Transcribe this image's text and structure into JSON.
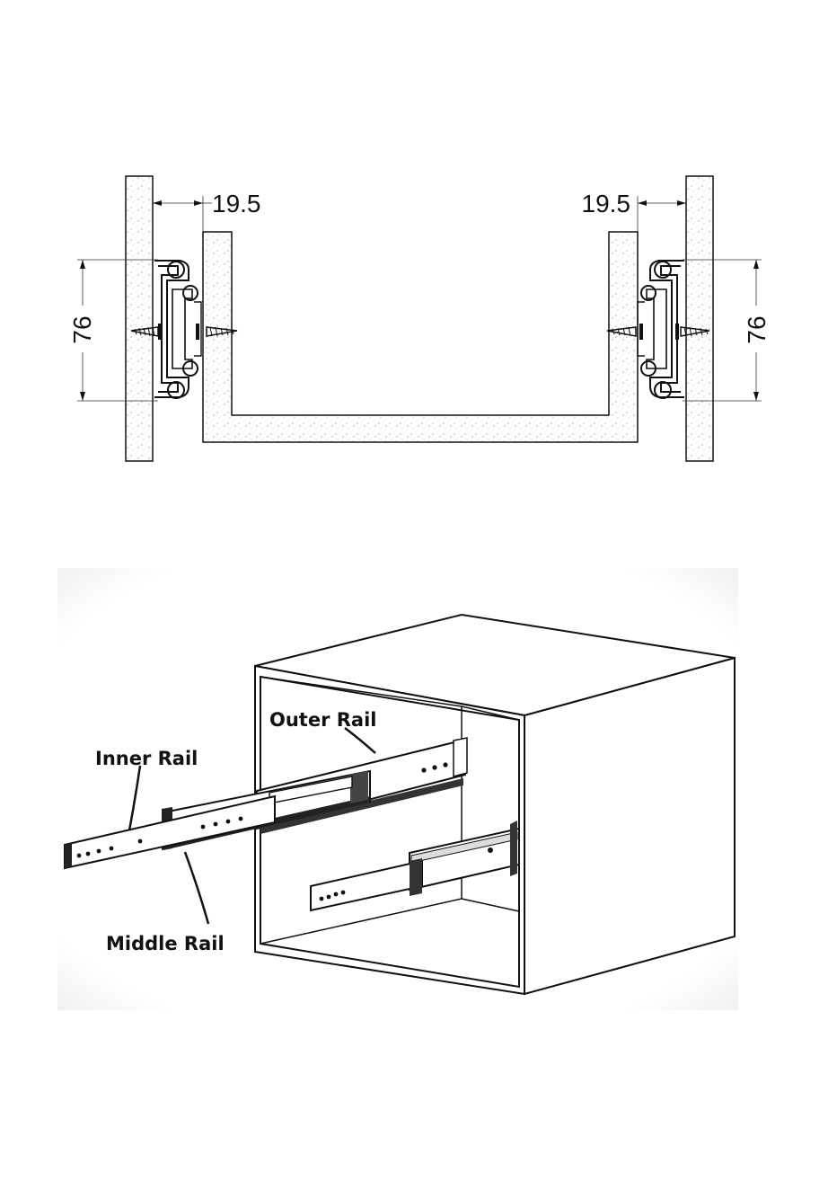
{
  "cross_section": {
    "dim_left_gap": "19.5",
    "dim_right_gap": "19.5",
    "dim_left_height": "76",
    "dim_right_height": "76"
  },
  "perspective": {
    "label_outer_rail": "Outer Rail",
    "label_inner_rail": "Inner Rail",
    "label_middle_rail": "Middle Rail"
  }
}
